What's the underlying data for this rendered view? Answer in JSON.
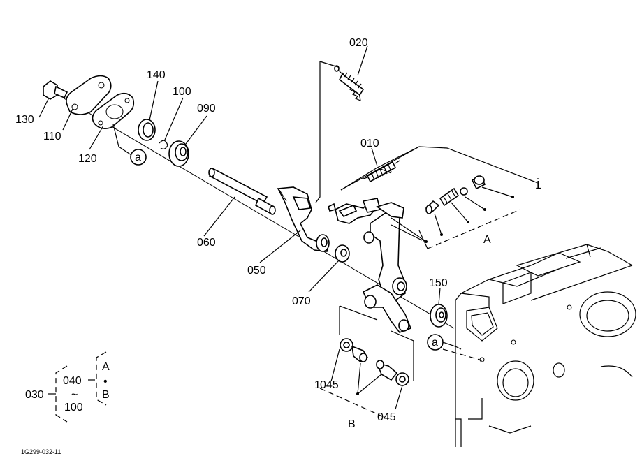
{
  "diagram": {
    "footer_code": "1G299-032-11",
    "parts": {
      "p010": "010",
      "p020": "020",
      "p030": "030",
      "p040": "040",
      "p045a": "045",
      "p045b": "045",
      "p050": "050",
      "p060": "060",
      "p070": "070",
      "p090": "090",
      "p100a": "100",
      "p100b": "100",
      "p110": "110",
      "p120": "120",
      "p130": "130",
      "p140": "140",
      "p150": "150"
    },
    "refs": {
      "a1": "a",
      "a2": "a",
      "A1": "A",
      "A2": "A",
      "B1": "B",
      "B2": "B",
      "prefix_1": "1",
      "prefix_2": "1",
      "tilde": "~",
      "bullet": "•"
    }
  }
}
